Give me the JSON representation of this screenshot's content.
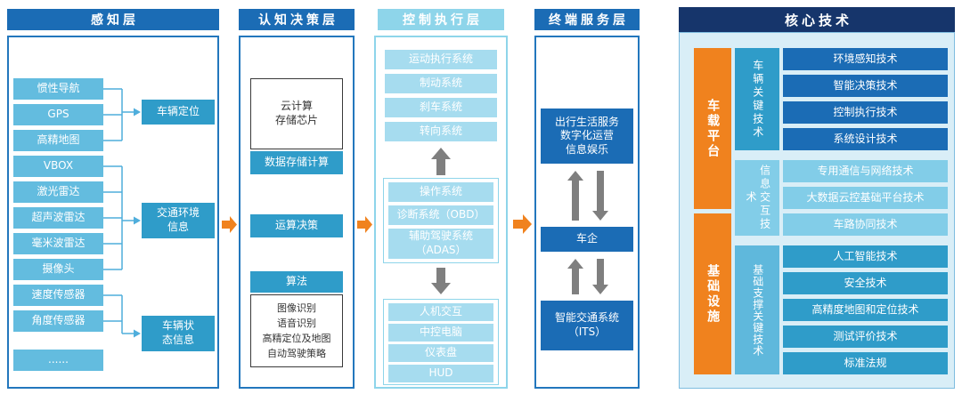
{
  "perception": {
    "title": "感知层",
    "sensors": [
      "惯性导航",
      "GPS",
      "高精地图",
      "VBOX",
      "激光雷达",
      "超声波雷达",
      "毫米波雷达",
      "摄像头",
      "速度传感器",
      "角度传感器",
      "......"
    ],
    "groups": [
      "车辆定位",
      "交通环境\n信息",
      "车辆状\n态信息"
    ]
  },
  "decision": {
    "title": "认知决策层",
    "chip_box": "云计算\n存储芯片",
    "storage": "数据存储计算",
    "computing": "运算决策",
    "algorithm": "算法",
    "algo_box": "图像识别\n语音识别\n高精定位及地图\n自动驾驶策略"
  },
  "control": {
    "title": "控制执行层",
    "motion_items": [
      "运动执行系统",
      "制动系统",
      "刹车系统",
      "转向系统"
    ],
    "system_items": [
      "操作系统",
      "诊断系统（OBD）",
      "辅助驾驶系统\n（ADAS）"
    ],
    "hmi_items": [
      "人机交互",
      "中控电脑",
      "仪表盘",
      "HUD"
    ]
  },
  "service": {
    "title": "终端服务层",
    "boxes": [
      "出行生活服务\n数字化运营\n信息娱乐",
      "车企",
      "智能交通系统\n（ITS）"
    ]
  },
  "core": {
    "title": "核心技术",
    "platforms": [
      "车载平台",
      "基础设施"
    ],
    "categories": [
      "车辆关键技术",
      "信息交互技术",
      "基础支撑关键技术"
    ],
    "vehicle_techs": [
      "环境感知技术",
      "智能决策技术",
      "控制执行技术",
      "系统设计技术"
    ],
    "info_techs": [
      "专用通信与网络技术",
      "大数据云控基础平台技术",
      "车路协同技术"
    ],
    "base_techs": [
      "人工智能技术",
      "安全技术",
      "高精度地图和定位技术",
      "测试评价技术",
      "标准法规"
    ]
  },
  "colors": {
    "header_dark_blue": "#1B6CB5",
    "header_light_blue": "#8ED5EA",
    "header_navy": "#16356B",
    "sensor_blue": "#63BCDF",
    "group_blue": "#2F9CC9",
    "control_light_blue": "#A6DCEF",
    "core_panel_bg": "#D9EEF7",
    "orange": "#F0821E",
    "info_light_blue": "#82CDE8",
    "base_mid_blue": "#5FB8DC",
    "arrow_gray": "#7F7F7F"
  }
}
